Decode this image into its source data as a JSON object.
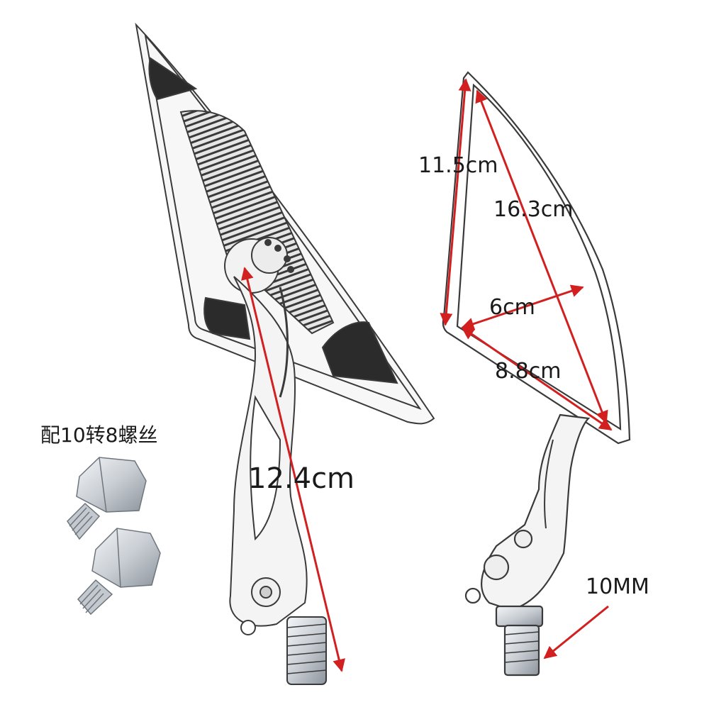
{
  "product": {
    "bolt_caption": "配10转8螺丝",
    "thread_size": "10MM"
  },
  "dimensions": {
    "stem_length": "12.4cm",
    "mirror_side": "11.5cm",
    "mirror_diagonal": "16.3cm",
    "mirror_width": "6cm",
    "mirror_base": "8.8cm"
  },
  "colors": {
    "arrow": "#d21f1f",
    "outline": "#3a3a3a",
    "metal": "#d9dde2",
    "dark_insert": "#2b2b2b"
  }
}
